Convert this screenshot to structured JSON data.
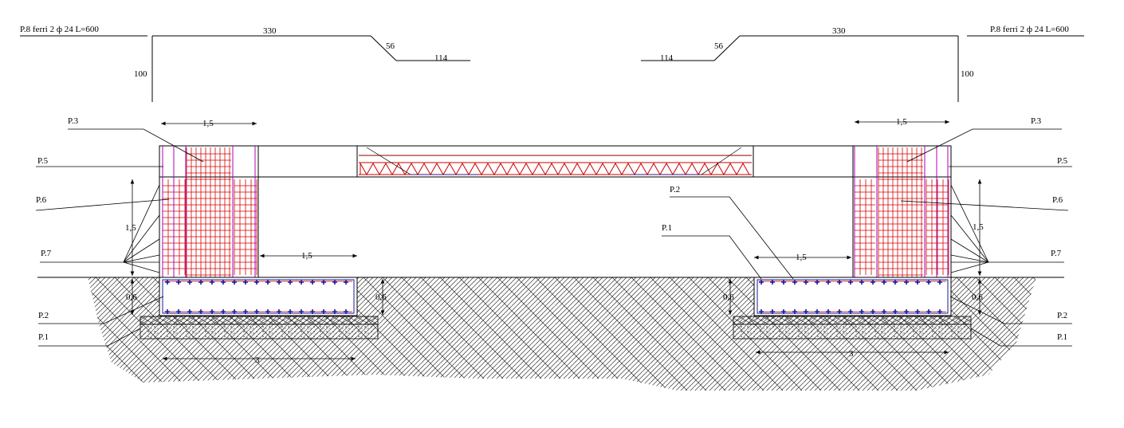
{
  "colors": {
    "line": "#000000",
    "rebar": "#d40000",
    "stirrup": "#b000b0",
    "bar_dot": "#1a1a9a",
    "zigzag": "#cc0000"
  },
  "labels": {
    "bar_p8": "P.8 ferri  2 ф 24 L=600",
    "p1": "P.1",
    "p2": "P.2",
    "p3": "P.3",
    "p5": "P.5",
    "p6": "P.6",
    "p7": "P.7"
  },
  "dimensions": {
    "top_length": "330",
    "bend": "56",
    "tail": "114",
    "hook": "100",
    "column_width": "1,5",
    "column_height": "1,5",
    "foundation_gap": "1,5",
    "footing_depth": "0,6",
    "footing_width": "3"
  }
}
